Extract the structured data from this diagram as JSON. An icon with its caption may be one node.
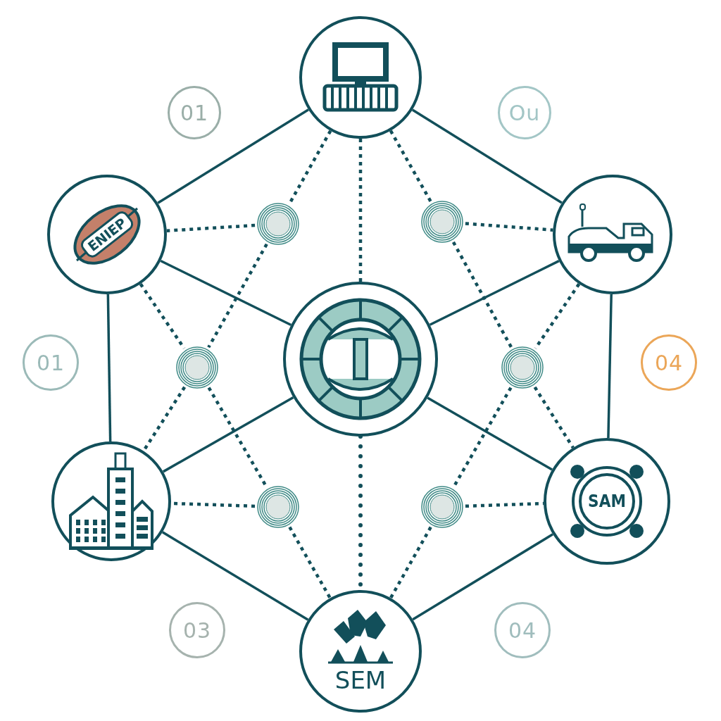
{
  "diagram": {
    "nodes": [
      {
        "text": [],
        "shape": "picture"
      },
      {
        "text": [
          "01"
        ]
      },
      {
        "text": [
          "Ou"
        ]
      },
      {
        "text": [
          "ENIEP"
        ]
      },
      {
        "text": [],
        "shape": "circle"
      },
      {
        "text": [],
        "shape": "circle"
      },
      {
        "text": [],
        "shape": "picture"
      },
      {
        "text": [],
        "shape": "picture"
      },
      {
        "text": [
          "01"
        ]
      },
      {
        "text": [],
        "shape": "circle"
      },
      {
        "text": [],
        "shape": "circle"
      },
      {
        "text": [
          "04"
        ]
      },
      {
        "text": [],
        "shape": "picture"
      },
      {
        "text": [],
        "shape": "circle"
      },
      {
        "text": [],
        "shape": "circle"
      },
      {
        "text": [
          "SAM"
        ]
      },
      {
        "text": [
          "03"
        ]
      },
      {
        "text": [
          "SEM"
        ]
      },
      {
        "text": [
          "04"
        ]
      }
    ],
    "edges": [
      {
        "from": 0,
        "to": 3,
        "arrow": "none"
      },
      {
        "from": 0,
        "to": 6,
        "arrow": "none"
      },
      {
        "from": 3,
        "to": 12,
        "arrow": "none"
      },
      {
        "from": 6,
        "to": 15,
        "arrow": "none"
      },
      {
        "from": 12,
        "to": 17,
        "arrow": "none"
      },
      {
        "from": 15,
        "to": 17,
        "arrow": "none"
      },
      {
        "from": 7,
        "to": 3,
        "arrow": "none"
      },
      {
        "from": 7,
        "to": 6,
        "arrow": "none"
      },
      {
        "from": 7,
        "to": 12,
        "arrow": "none"
      },
      {
        "from": 7,
        "to": 15,
        "arrow": "none"
      },
      {
        "from": 0,
        "to": 7,
        "arrow": "none",
        "style": "dashed"
      },
      {
        "from": 7,
        "to": 17,
        "arrow": "none",
        "style": "dashed"
      },
      {
        "from": 0,
        "to": 4,
        "arrow": "none",
        "style": "dashed"
      },
      {
        "from": 4,
        "to": 3,
        "arrow": "none",
        "style": "dashed"
      },
      {
        "from": 4,
        "to": 9,
        "arrow": "none",
        "style": "dashed"
      },
      {
        "from": 3,
        "to": 9,
        "arrow": "none",
        "style": "dashed"
      },
      {
        "from": 9,
        "to": 12,
        "arrow": "none",
        "style": "dashed"
      },
      {
        "from": 9,
        "to": 13,
        "arrow": "none",
        "style": "dashed"
      },
      {
        "from": 13,
        "to": 12,
        "arrow": "none",
        "style": "dashed"
      },
      {
        "from": 13,
        "to": 17,
        "arrow": "none",
        "style": "dashed"
      },
      {
        "from": 0,
        "to": 5,
        "arrow": "none",
        "style": "dashed"
      },
      {
        "from": 5,
        "to": 6,
        "arrow": "none",
        "style": "dashed"
      },
      {
        "from": 5,
        "to": 10,
        "arrow": "none",
        "style": "dashed"
      },
      {
        "from": 6,
        "to": 10,
        "arrow": "none",
        "style": "dashed"
      },
      {
        "from": 10,
        "to": 15,
        "arrow": "none",
        "style": "dashed"
      },
      {
        "from": 10,
        "to": 14,
        "arrow": "none",
        "style": "dashed"
      },
      {
        "from": 14,
        "to": 15,
        "arrow": "none",
        "style": "dashed"
      },
      {
        "from": 14,
        "to": 17,
        "arrow": "none",
        "style": "dashed"
      }
    ]
  }
}
